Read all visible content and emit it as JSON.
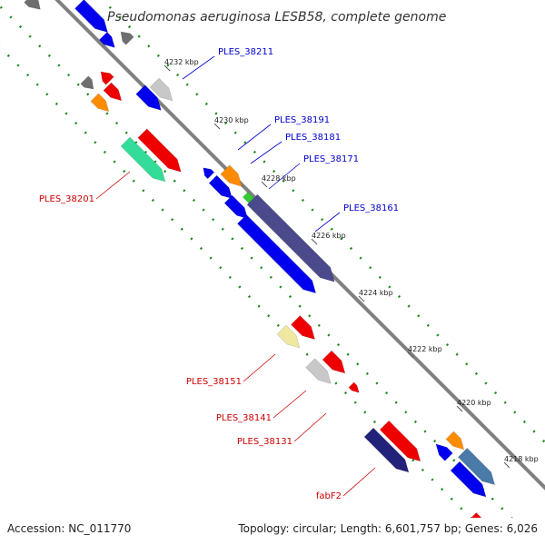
{
  "title": "Pseudomonas aeruginosa LESB58, complete genome",
  "accession": "Accession: NC_011770",
  "summary": "Topology: circular; Length: 6,601,757 bp; Genes: 6,026",
  "ticks": [
    "4232 kbp",
    "4230 kbp",
    "4228 kbp",
    "4226 kbp",
    "4224 kbp",
    "4222 kbp",
    "4220 kbp",
    "4218 kbp"
  ],
  "genes_forward": [
    "PLES_38211",
    "PLES_38191",
    "PLES_38181",
    "PLES_38171",
    "PLES_38161"
  ],
  "genes_reverse": [
    "PLES_38201",
    "PLES_38151",
    "PLES_38141",
    "PLES_38131",
    "fabF2"
  ],
  "colors": {
    "backbone": "#808080",
    "dotted_track": "#1a8a1a",
    "forward_label": "#0000cc",
    "reverse_label": "#cc0000",
    "blue": "#0000ee",
    "red": "#ee0000",
    "orange": "#ff8c00",
    "gray": "#6e6e6e",
    "lightgray": "#c8c8c8",
    "navy": "#22227a",
    "slate": "#4a4a8c",
    "mint": "#33dd99",
    "yellow": "#f0e8a0",
    "green": "#33cc33",
    "steel": "#4a7aa8"
  }
}
